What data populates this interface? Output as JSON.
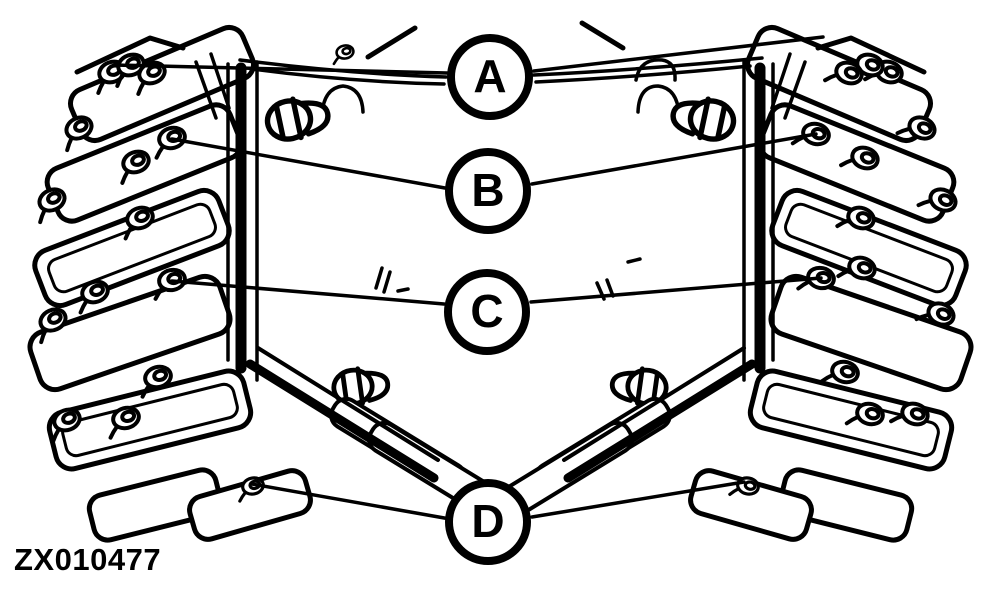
{
  "figure": {
    "image_code": "ZX010477",
    "background_color": "#ffffff",
    "line_color": "#000000",
    "callouts": [
      {
        "label": "A"
      },
      {
        "label": "B"
      },
      {
        "label": "C"
      },
      {
        "label": "D"
      }
    ]
  }
}
